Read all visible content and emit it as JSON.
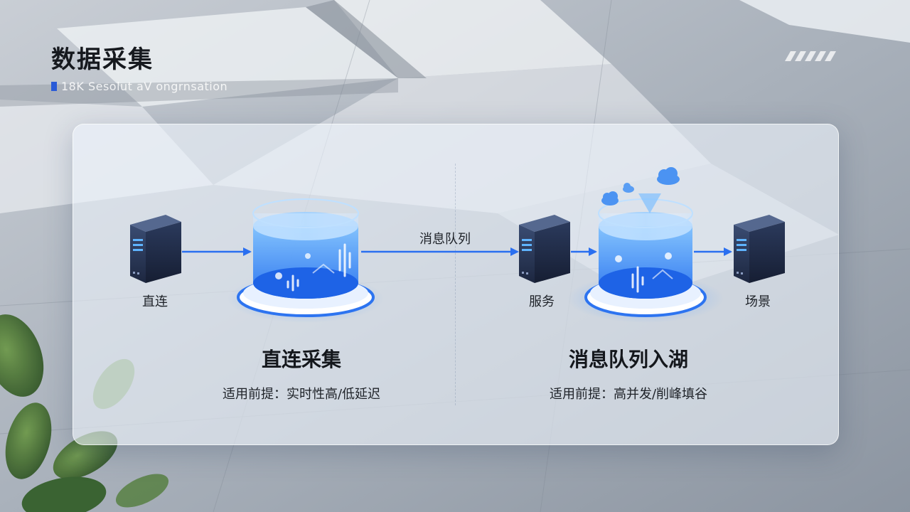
{
  "header": {
    "title": "数据采集",
    "subtitle": "18K Sesolut  aV ongrnsation"
  },
  "colors": {
    "accent": "#2a6ff0",
    "server": "#1f2a44",
    "water": "#3f8ef5"
  },
  "left_section": {
    "source_label": "直连",
    "heading": "直连采集",
    "caption": "适用前提：实时性高/低延迟"
  },
  "right_section": {
    "queue_label": "消息队列",
    "service_label": "服务",
    "target_label": "场景",
    "heading": "消息队列入湖",
    "caption": "适用前提：高并发/削峰填谷"
  },
  "icons": [
    "server-icon",
    "data-lake-cylinder-icon",
    "arrow-icon",
    "cloud-icon",
    "plant-decoration"
  ]
}
